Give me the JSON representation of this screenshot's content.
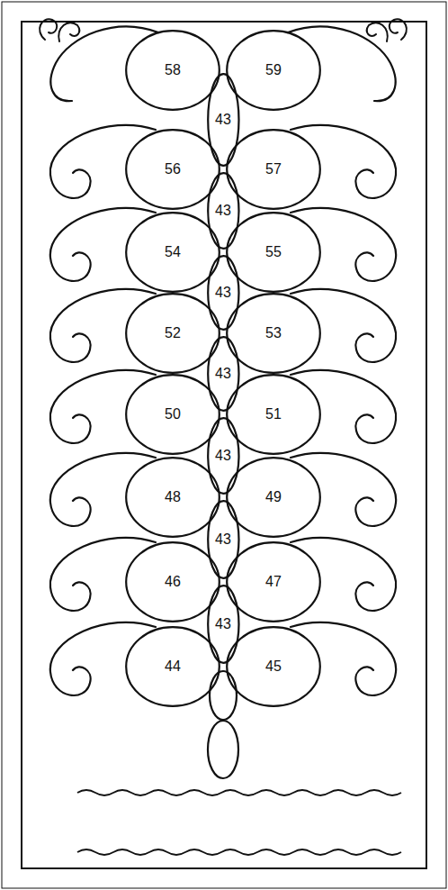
{
  "diagram": {
    "nodes": [
      {
        "text": [
          "58"
        ]
      },
      {
        "text": [
          "59"
        ]
      },
      {
        "text": [
          "43"
        ]
      },
      {
        "text": [
          "56"
        ]
      },
      {
        "text": [
          "57"
        ]
      },
      {
        "text": [
          "43"
        ]
      },
      {
        "text": [
          "54"
        ]
      },
      {
        "text": [
          "55"
        ]
      },
      {
        "text": [
          "43"
        ]
      },
      {
        "text": [
          "52"
        ]
      },
      {
        "text": [
          "53"
        ]
      },
      {
        "text": [
          "43"
        ]
      },
      {
        "text": [
          "50"
        ]
      },
      {
        "text": [
          "51"
        ]
      },
      {
        "text": [
          "43"
        ]
      },
      {
        "text": [
          "48"
        ]
      },
      {
        "text": [
          "49"
        ]
      },
      {
        "text": [
          "43"
        ]
      },
      {
        "text": [
          "46"
        ]
      },
      {
        "text": [
          "47"
        ]
      },
      {
        "text": [
          "43"
        ]
      },
      {
        "text": [
          "44"
        ]
      },
      {
        "text": [
          "45"
        ]
      }
    ]
  }
}
